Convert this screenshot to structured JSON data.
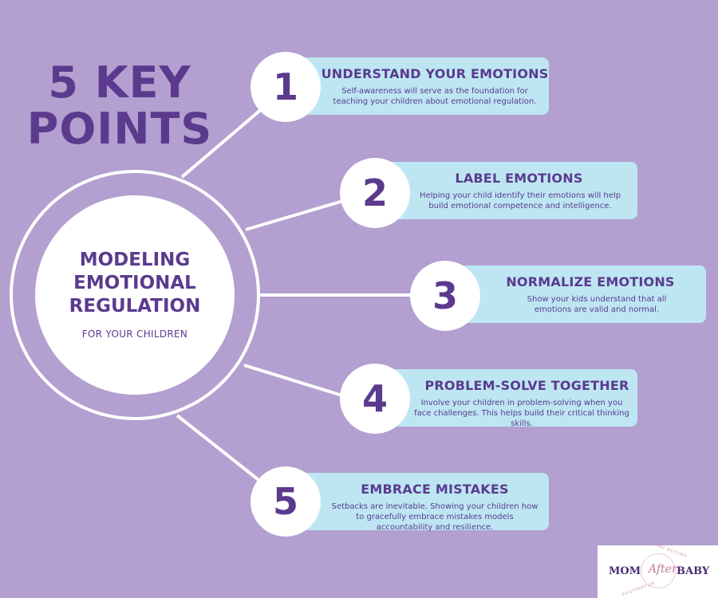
{
  "headline": {
    "line1": "5 KEY",
    "line2": "POINTS"
  },
  "hub": {
    "line1": "MODELING",
    "line2": "EMOTIONAL",
    "line3": "REGULATION",
    "subtitle": "FOR YOUR CHILDREN"
  },
  "points": [
    {
      "number": "1",
      "title": "UNDERSTAND YOUR EMOTIONS",
      "text": "Self-awareness will serve as the foundation for teaching your children about emotional regulation."
    },
    {
      "number": "2",
      "title": "LABEL EMOTIONS",
      "text": "Helping your child identify their emotions will help build emotional competence and intelligence."
    },
    {
      "number": "3",
      "title": "NORMALIZE EMOTIONS",
      "text": "Show your kids understand that all emotions are valid and normal."
    },
    {
      "number": "4",
      "title": "PROBLEM-SOLVE TOGETHER",
      "text": "Involve your children in problem-solving when you face challenges. This helps build their critical thinking skills."
    },
    {
      "number": "5",
      "title": "EMBRACE MISTAKES",
      "text": "Setbacks are inevitable. Showing your children how to gracefully embrace mistakes models accountability and resilience."
    }
  ],
  "logo": {
    "mom": "MOM",
    "after": "After",
    "baby": "BABY",
    "tagline_top": "AND BEYOND",
    "tagline_bottom": "POSTPARTUM"
  },
  "colors": {
    "background": "#b39fd0",
    "accent": "#5b3a8e",
    "card": "#bde6f2",
    "white": "#ffffff"
  }
}
